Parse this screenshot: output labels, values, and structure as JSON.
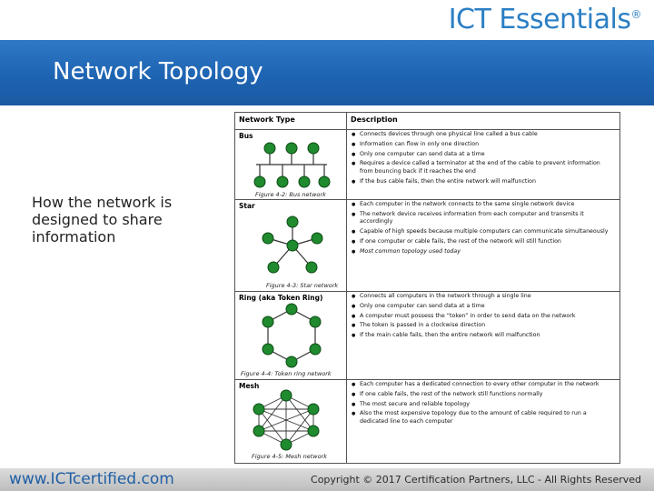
{
  "header": {
    "logo_text": "ICT Essentials",
    "logo_mark": "®",
    "title": "Network Topology"
  },
  "main": {
    "subtitle": "How the network is designed to share information"
  },
  "table": {
    "col_type": "Network Type",
    "col_desc": "Description",
    "rows": [
      {
        "name": "Bus",
        "figure": "Figure 4-2: Bus network",
        "bullets": [
          "Connects devices through one physical line called a bus cable",
          "Information can flow in only one direction",
          "Only one computer can send data at a time",
          "Requires a device called a terminator at the end of the cable to prevent information from bouncing back if it reaches the end",
          "If the bus cable fails, then the entire network will malfunction"
        ]
      },
      {
        "name": "Star",
        "figure": "Figure 4-3: Star network",
        "bullets": [
          "Each computer in the network connects to the same single network device",
          "The network device receives information from each computer and transmits it accordingly",
          "Capable of high speeds because multiple computers can communicate simultaneously",
          "If one computer or cable fails, the rest of the network will still function",
          "Most common topology used today"
        ]
      },
      {
        "name": "Ring (aka Token Ring)",
        "figure": "Figure 4-4: Token ring network",
        "bullets": [
          "Connects all computers in the network through a single line",
          "Only one computer can send data at a time",
          "A computer must possess the “token” in order to send data on the network",
          "The token is passed in a clockwise direction",
          "If the main cable fails, then the entire network will malfunction"
        ]
      },
      {
        "name": "Mesh",
        "figure": "Figure 4-5: Mesh network",
        "bullets": [
          "Each computer has a dedicated connection to every other computer in the network",
          "If one cable fails, the rest of the network still functions normally",
          "The most secure and reliable topology",
          "Also the most expensive topology due to the amount of cable required to run a dedicated line to each computer"
        ]
      }
    ]
  },
  "footer": {
    "url": "www.ICTcertified.com",
    "copyright": "Copyright © 2017 Certification Partners, LLC - All Rights Reserved"
  },
  "colors": {
    "title_bar": "#1e64b2",
    "node_green": "#1f8a2e",
    "accent_blue": "#2b7fc4"
  }
}
